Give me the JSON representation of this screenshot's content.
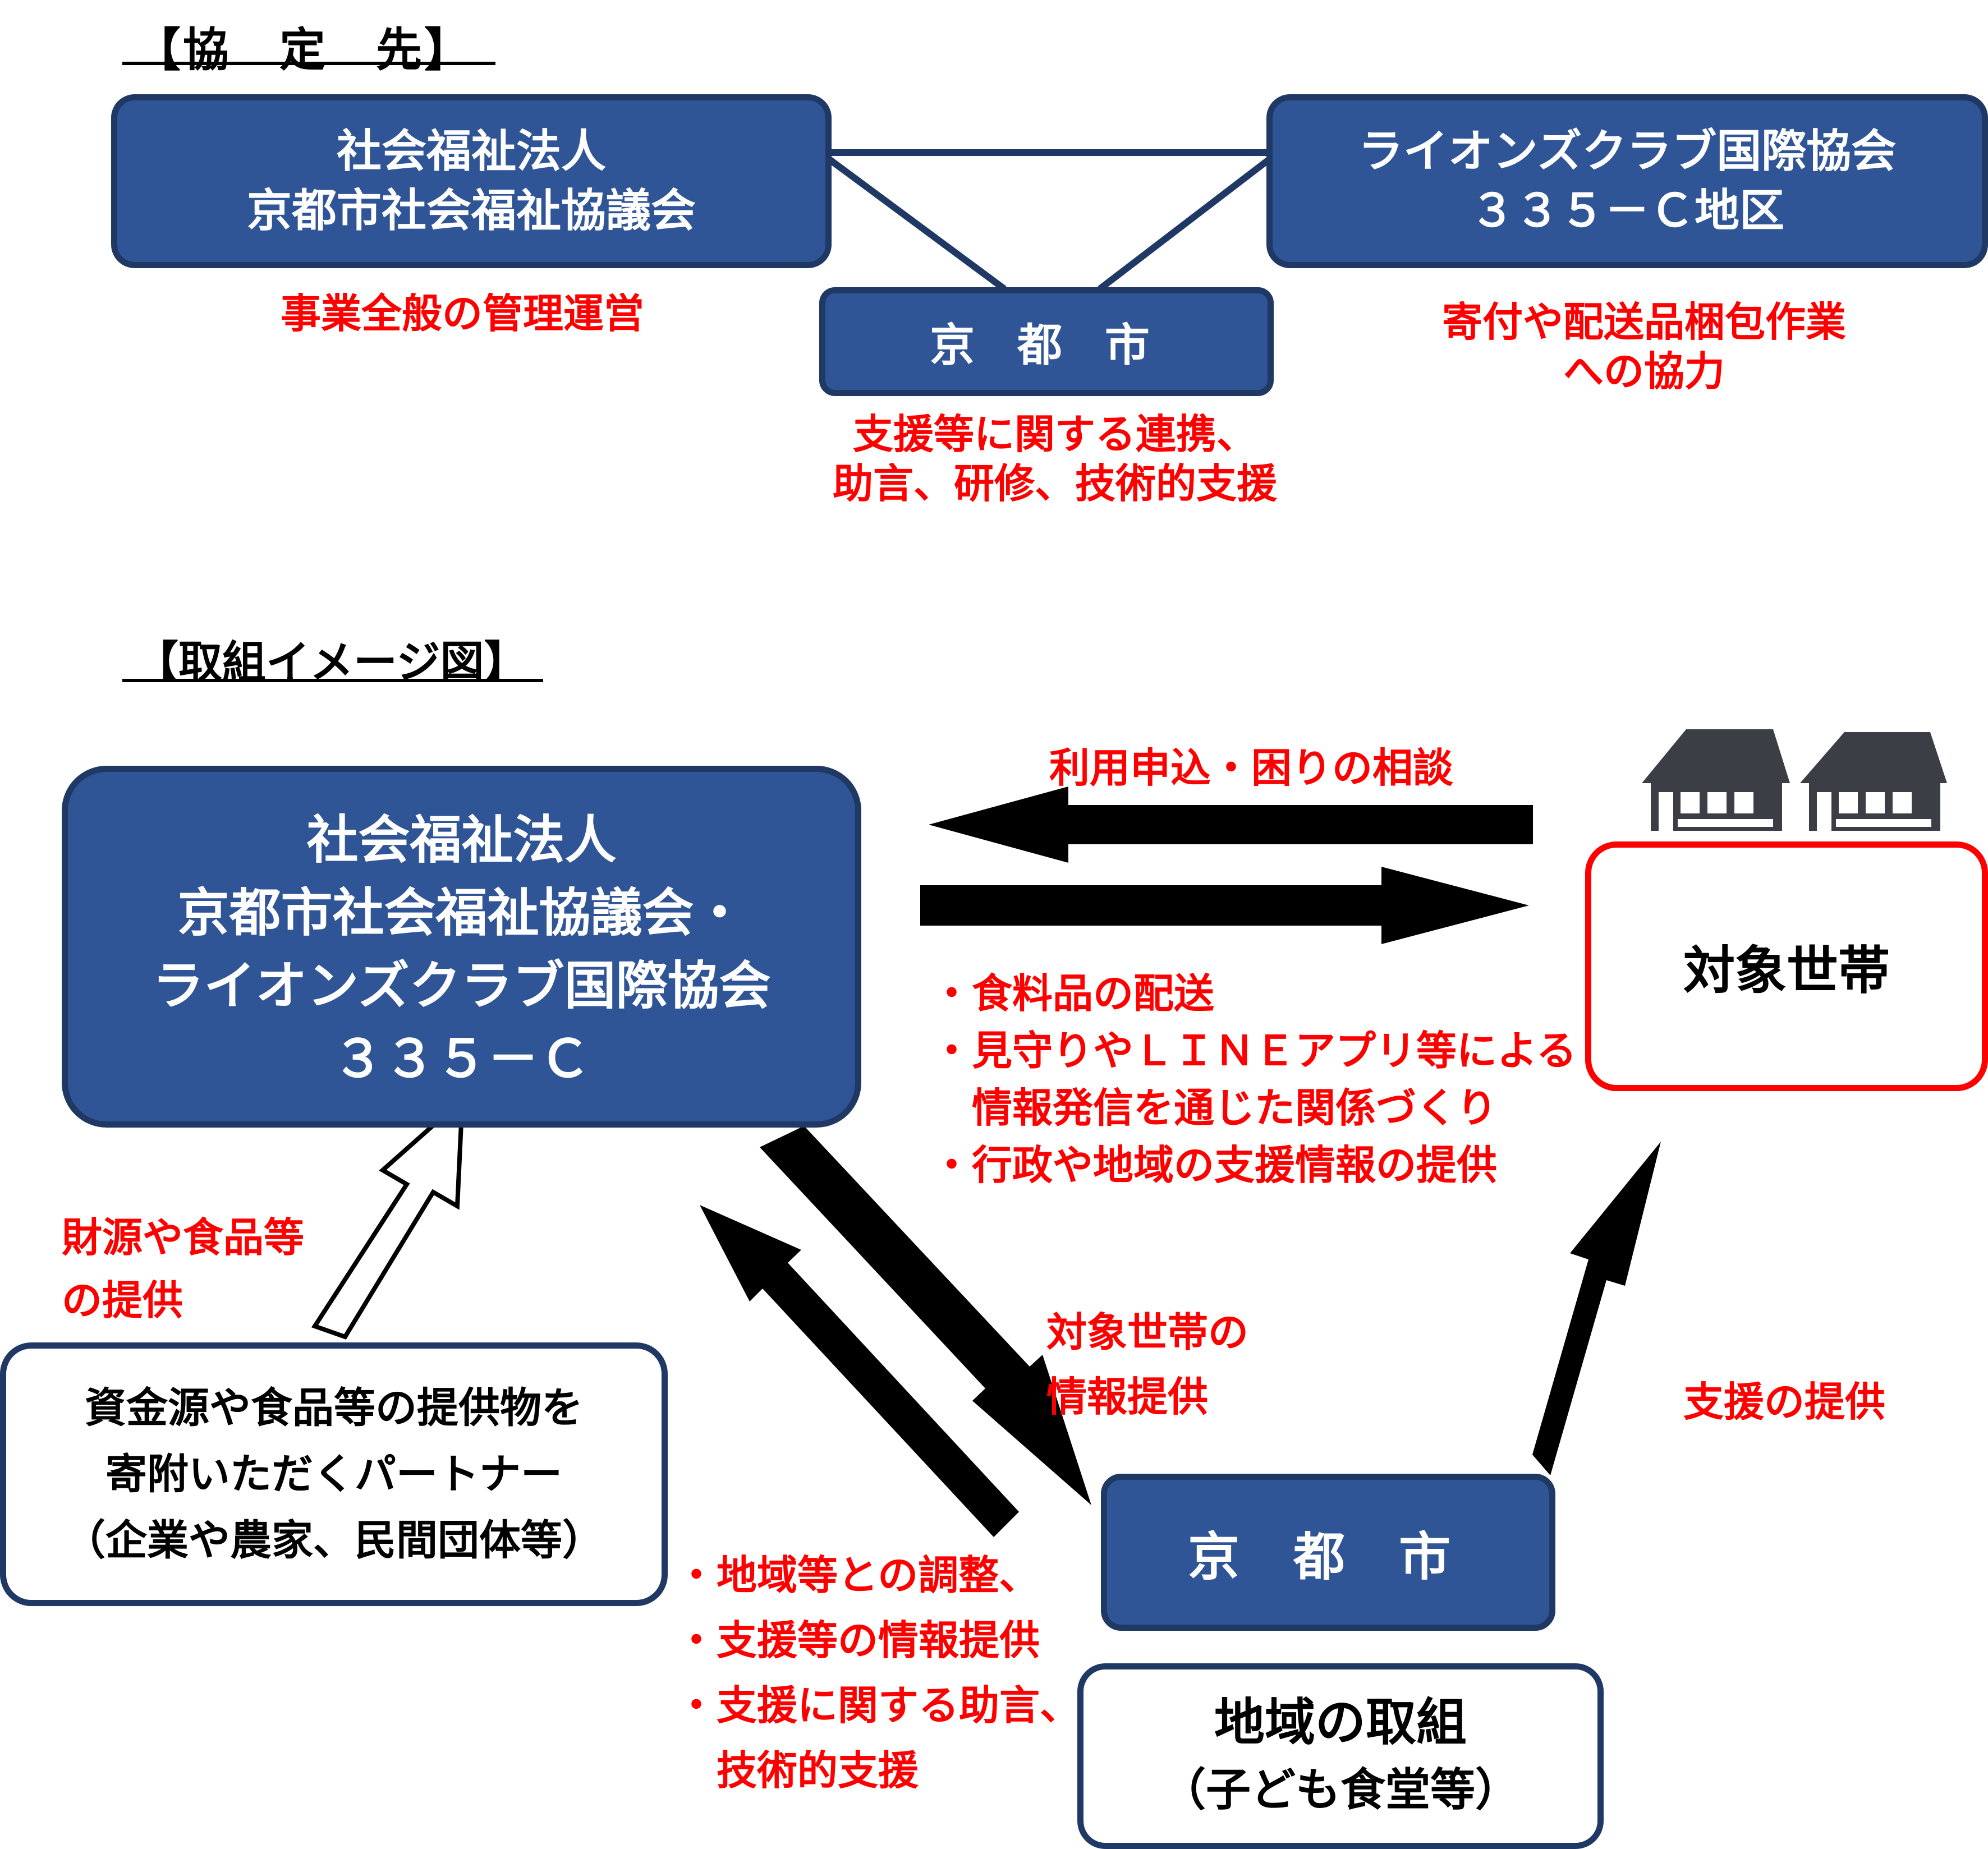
{
  "agreement": {
    "header": "【協　定　先】",
    "shakyo_box": [
      "社会福祉法人",
      "京都市社会福祉協議会"
    ],
    "shakyo_role": "事業全般の管理運営",
    "lions_box": [
      "ライオンズクラブ国際協会",
      "３３５－Ｃ地区"
    ],
    "lions_role": [
      "寄付や配送品梱包作業",
      "への協力"
    ],
    "city_box": "京 都 市",
    "city_role": [
      "支援等に関する連携、",
      "助言、研修、技術的支援"
    ]
  },
  "scheme": {
    "header": "【取組イメージ図】",
    "main_box": [
      "社会福祉法人",
      "京都市社会福祉協議会・",
      "ライオンズクラブ国際協会",
      "３３５－Ｃ"
    ],
    "target_box": "対象世帯",
    "request_label": "利用申込・困りの相談",
    "services": [
      "・食料品の配送",
      "・見守りやＬＩＮＥアプリ等による",
      "　情報発信を通じた関係づくり",
      "・行政や地域の支援情報の提供"
    ],
    "donation_label": [
      "財源や食品等",
      "の提供"
    ],
    "partner_box": [
      "資金源や食品等の提供物を",
      "寄附いただくパートナー",
      "（企業や農家、民間団体等）"
    ],
    "info_label": [
      "対象世帯の",
      "情報提供"
    ],
    "coordination": [
      "・地域等との調整、",
      "・支援等の情報提供",
      "・支援に関する助言、",
      "　技術的支援"
    ],
    "city_box": "京 都 市",
    "support_label": "支援の提供",
    "community_box": [
      "地域の取組",
      "（子ども食堂等）"
    ],
    "house_icon": "house-icon"
  }
}
